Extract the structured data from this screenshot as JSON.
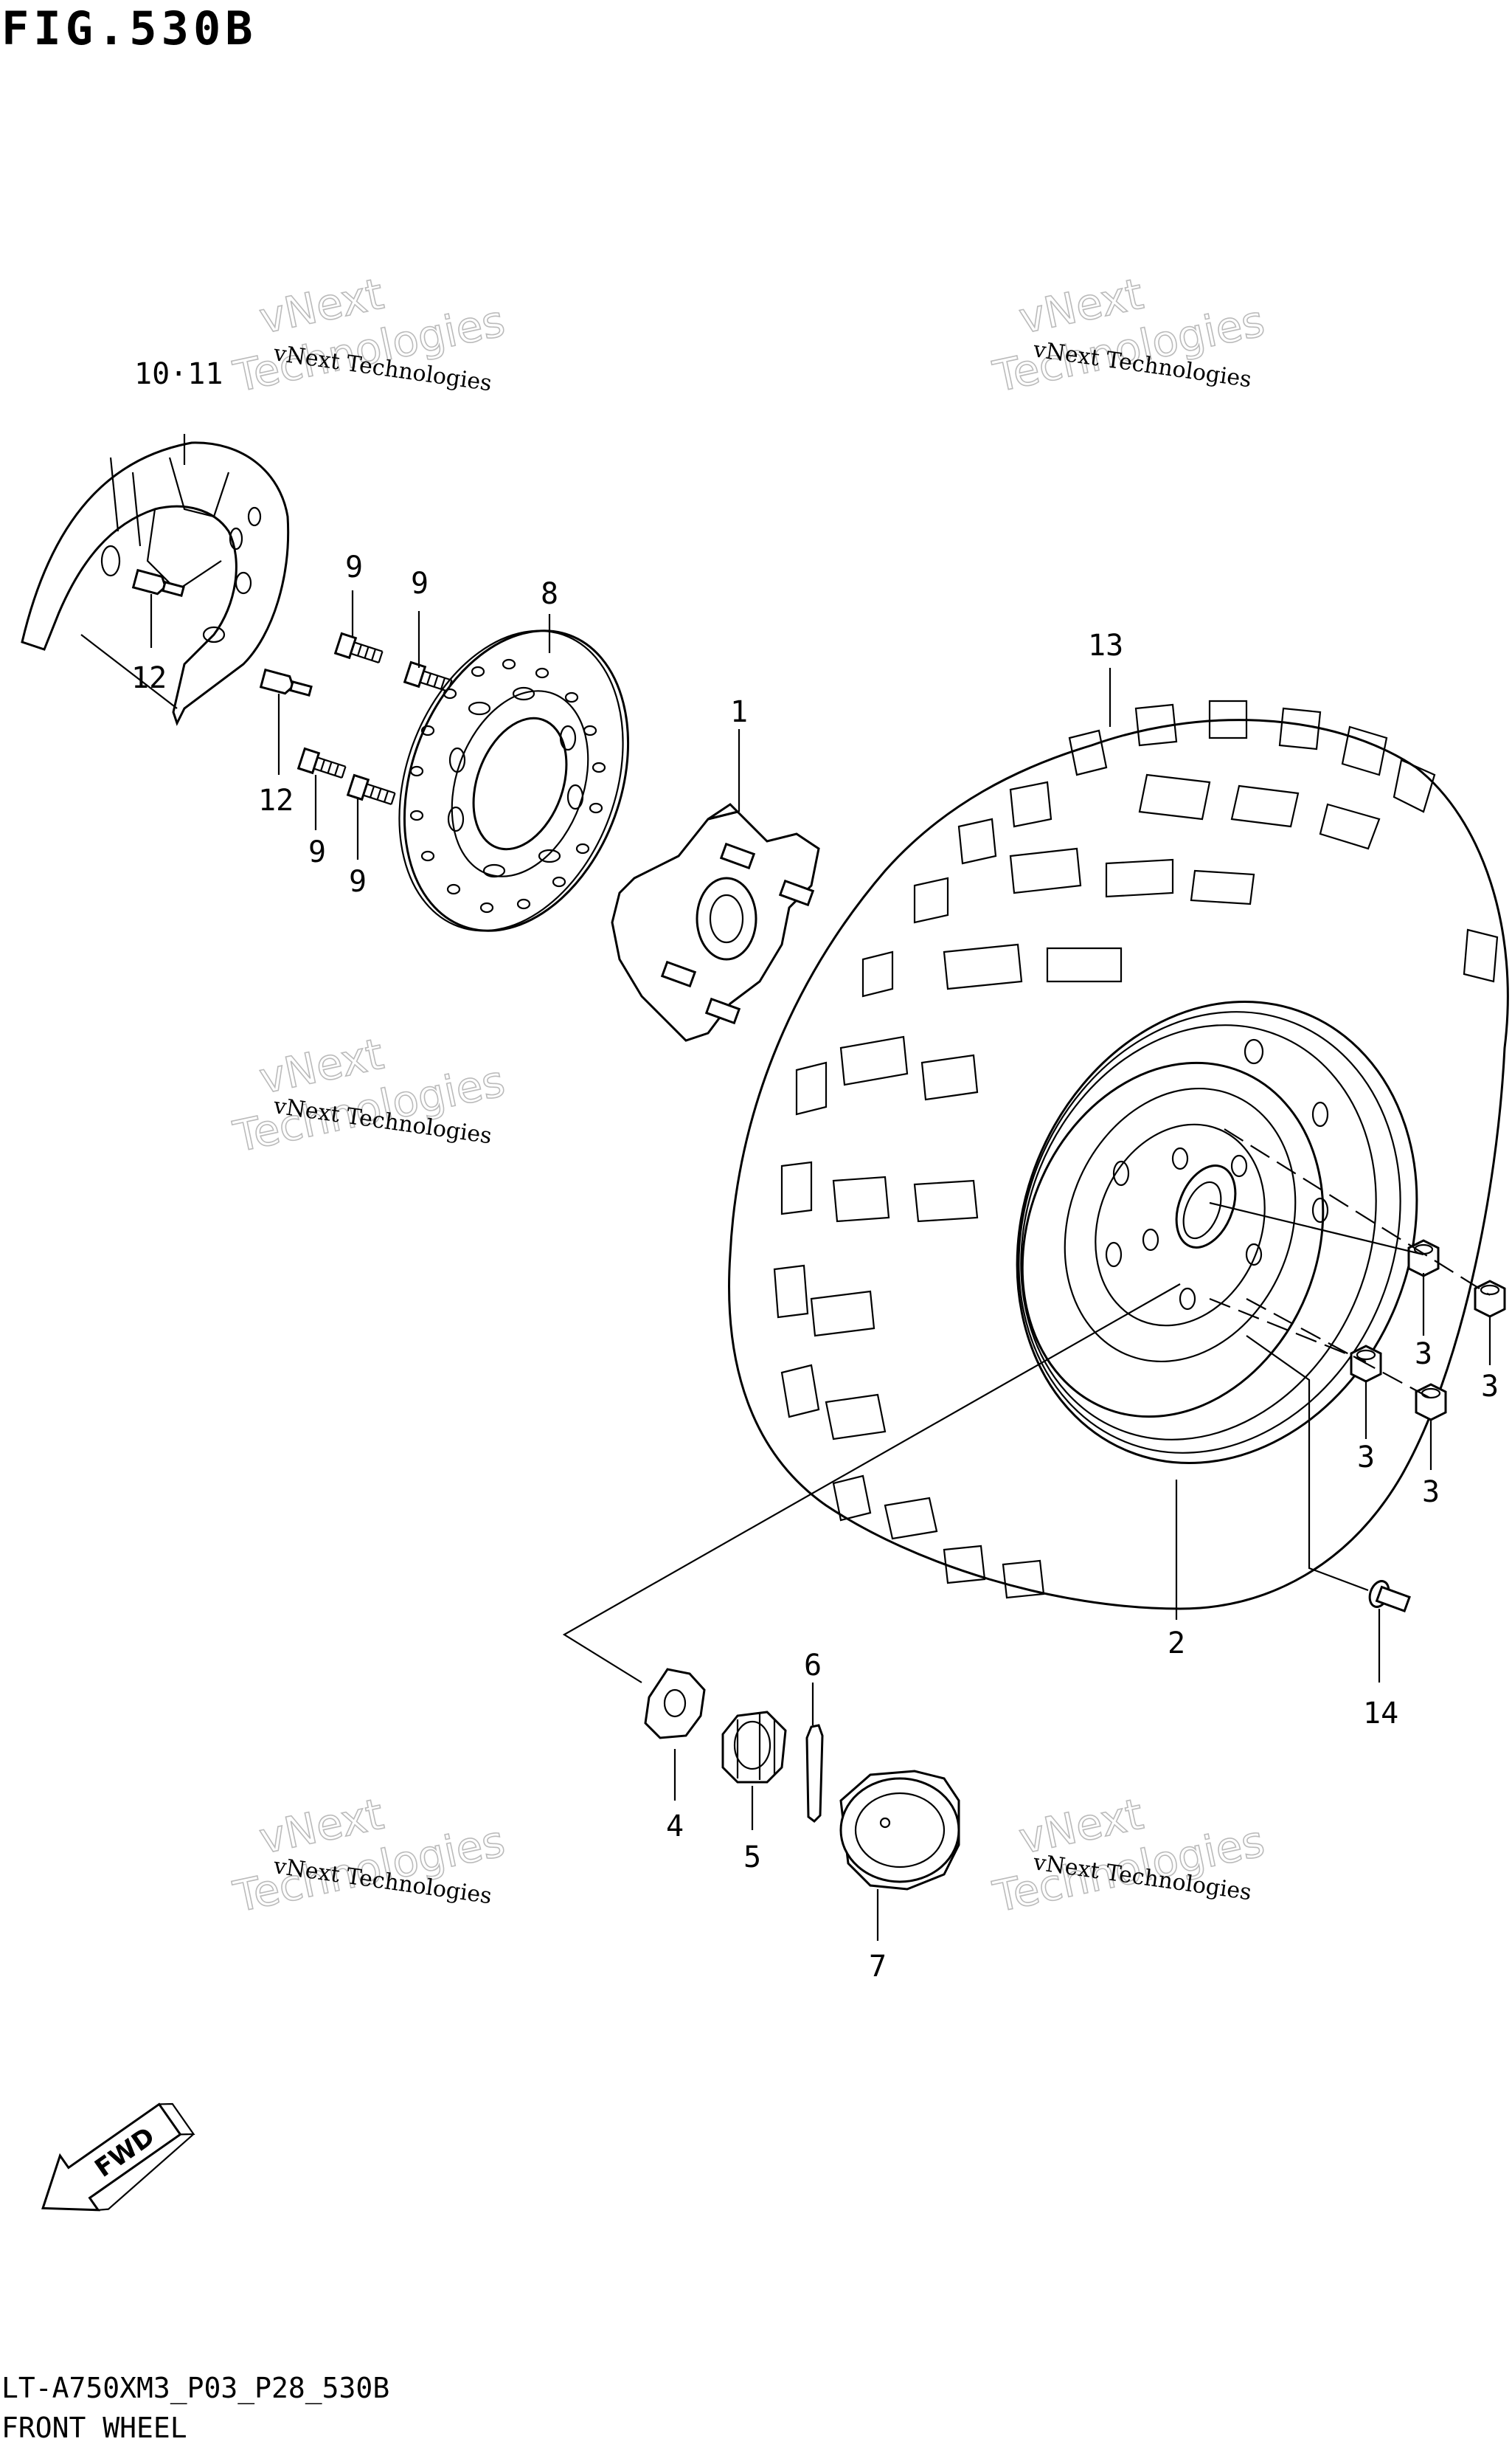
{
  "figure": {
    "title": "FIG.530B",
    "code": "LT-A750XM3_P03_P28_530B",
    "name": "FRONT WHEEL"
  },
  "callouts": [
    {
      "id": "c-10-11",
      "text": "10·11"
    },
    {
      "id": "c-12a",
      "text": "12"
    },
    {
      "id": "c-12b",
      "text": "12"
    },
    {
      "id": "c-9a",
      "text": "9"
    },
    {
      "id": "c-9b",
      "text": "9"
    },
    {
      "id": "c-9c",
      "text": "9"
    },
    {
      "id": "c-9d",
      "text": "9"
    },
    {
      "id": "c-8",
      "text": "8"
    },
    {
      "id": "c-1",
      "text": "1"
    },
    {
      "id": "c-13",
      "text": "13"
    },
    {
      "id": "c-3a",
      "text": "3"
    },
    {
      "id": "c-3b",
      "text": "3"
    },
    {
      "id": "c-3c",
      "text": "3"
    },
    {
      "id": "c-3d",
      "text": "3"
    },
    {
      "id": "c-2",
      "text": "2"
    },
    {
      "id": "c-14",
      "text": "14"
    },
    {
      "id": "c-6",
      "text": "6"
    },
    {
      "id": "c-4",
      "text": "4"
    },
    {
      "id": "c-5",
      "text": "5"
    },
    {
      "id": "c-7",
      "text": "7"
    }
  ],
  "watermark": {
    "line1": "vNext Technologies",
    "line2": "vNext",
    "line3": "Technologies"
  },
  "fwd_label": "FWD"
}
